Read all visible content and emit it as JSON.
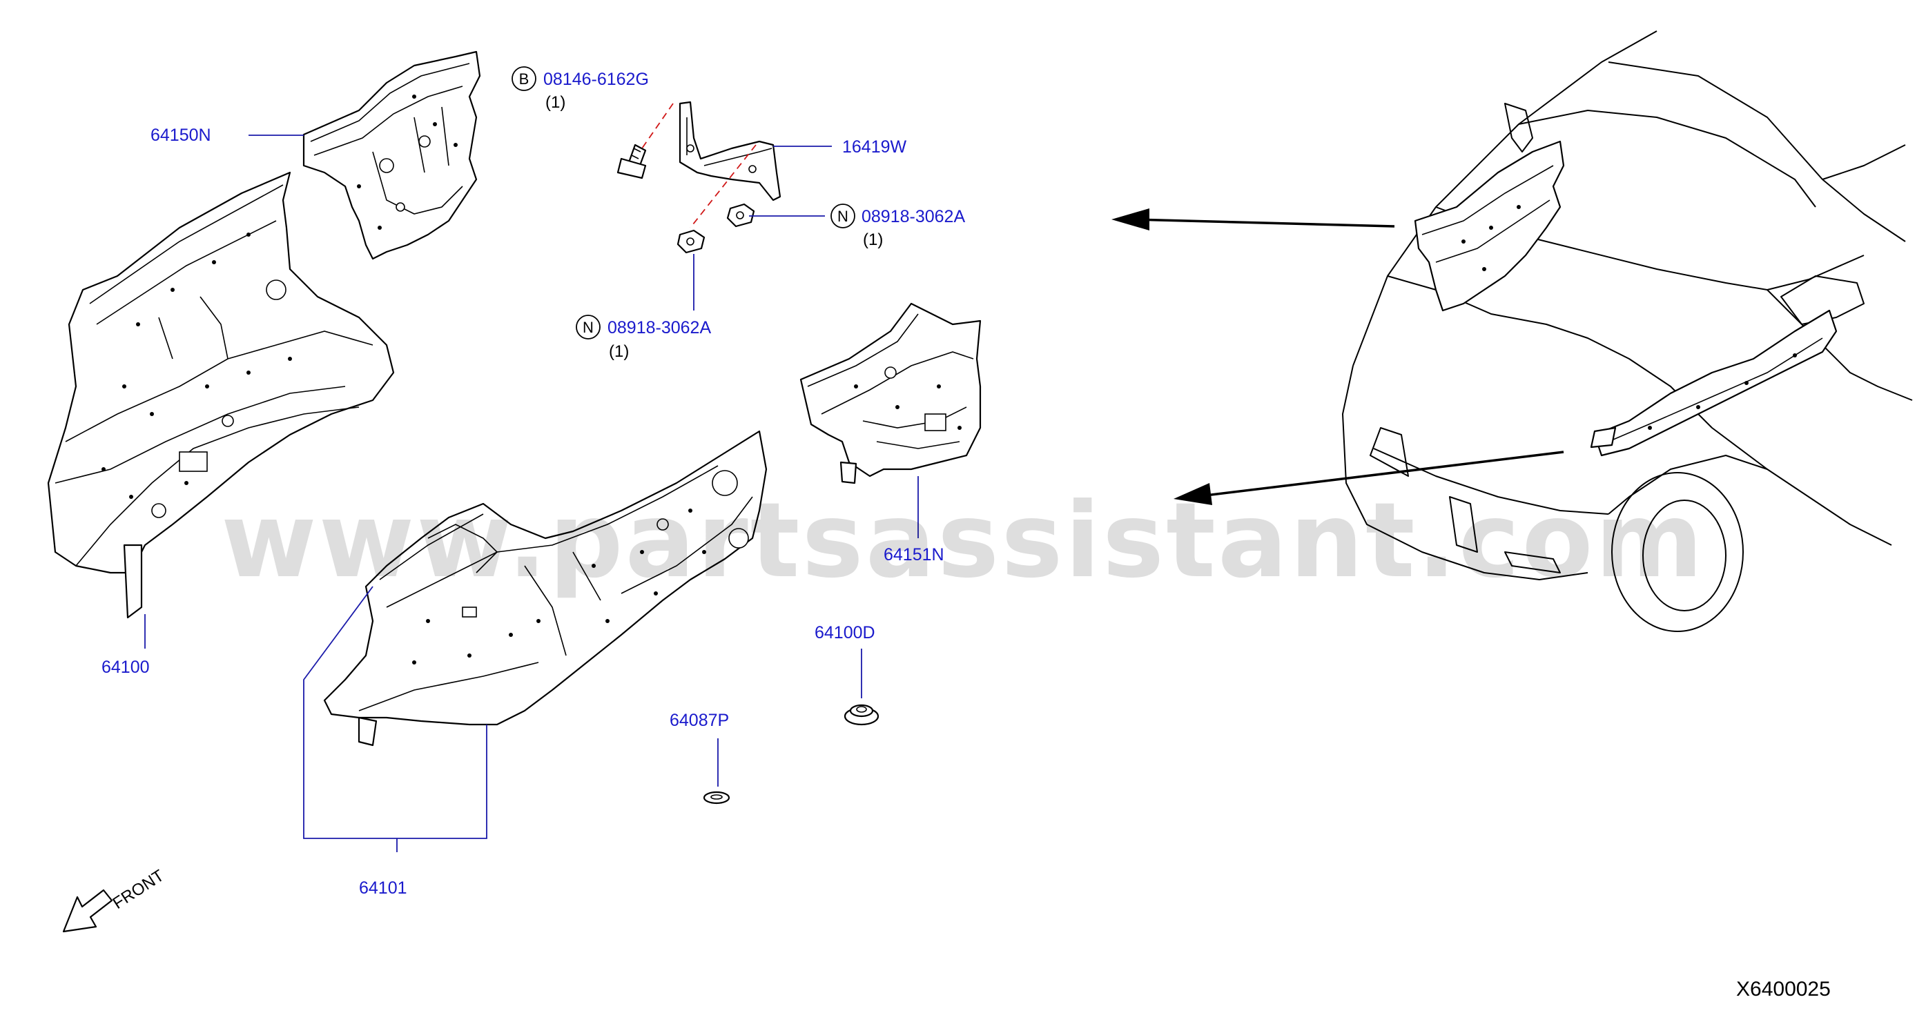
{
  "watermark": "www.partsassistant.com",
  "diagram_id": "X6400025",
  "front_label": "FRONT",
  "parts": [
    {
      "number": "64150N"
    },
    {
      "number": "64100"
    },
    {
      "number": "64101"
    },
    {
      "number": "64151N"
    },
    {
      "number": "16419W"
    },
    {
      "number": "64100D"
    },
    {
      "number": "64087P"
    }
  ],
  "fasteners": [
    {
      "marker": "B",
      "number": "08146-6162G",
      "qty": "(1)"
    },
    {
      "marker": "N",
      "number": "08918-3062A",
      "qty": "(1)"
    },
    {
      "marker": "N",
      "number": "08918-3062A",
      "qty": "(1)"
    }
  ],
  "icons": [
    "front-arrow-icon",
    "bolt-icon",
    "nut-icon",
    "grommet-icon",
    "plug-icon"
  ]
}
